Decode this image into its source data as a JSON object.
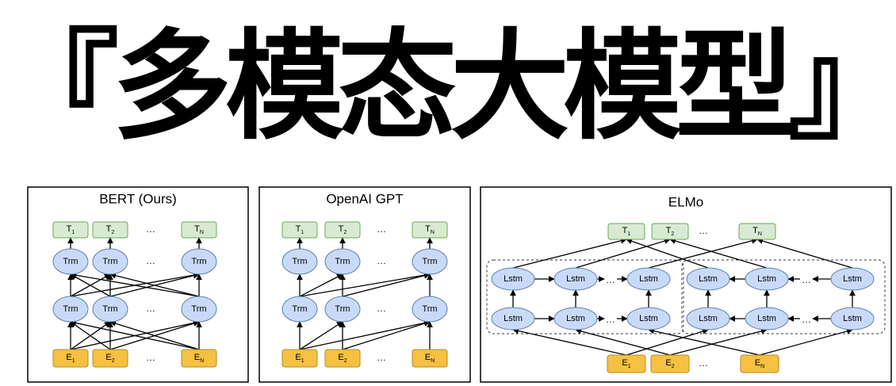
{
  "title": "『多模态大模型』",
  "colors": {
    "token_fill": "#d9ead3",
    "token_stroke": "#6aa84f",
    "node_fill": "#c9daf8",
    "node_stroke": "#5b7fb5",
    "embed_fill": "#f6c142",
    "embed_stroke": "#b58a1f",
    "panel_stroke": "#000000",
    "edge": "#000000"
  },
  "panels": {
    "bert": {
      "title": "BERT (Ours)",
      "outputs": [
        "T",
        "T",
        "…",
        "T"
      ],
      "output_subs": [
        "1",
        "2",
        "",
        "N"
      ],
      "layer1": [
        "Trm",
        "Trm",
        "…",
        "Trm"
      ],
      "layer2": [
        "Trm",
        "Trm",
        "…",
        "Trm"
      ],
      "inputs": [
        "E",
        "E",
        "…",
        "E"
      ],
      "input_subs": [
        "1",
        "2",
        "",
        "N"
      ]
    },
    "gpt": {
      "title": "OpenAI GPT",
      "outputs": [
        "T",
        "T",
        "…",
        "T"
      ],
      "output_subs": [
        "1",
        "2",
        "",
        "N"
      ],
      "layer1": [
        "Trm",
        "Trm",
        "…",
        "Trm"
      ],
      "layer2": [
        "Trm",
        "Trm",
        "…",
        "Trm"
      ],
      "inputs": [
        "E",
        "E",
        "…",
        "E"
      ],
      "input_subs": [
        "1",
        "2",
        "",
        "N"
      ]
    },
    "elmo": {
      "title": "ELMo",
      "outputs": [
        "T",
        "T",
        "…",
        "T"
      ],
      "output_subs": [
        "1",
        "2",
        "",
        "N"
      ],
      "forward_top": [
        "Lstm",
        "Lstm",
        "…",
        "Lstm"
      ],
      "forward_bottom": [
        "Lstm",
        "Lstm",
        "…",
        "Lstm"
      ],
      "backward_top": [
        "Lstm",
        "Lstm",
        "…",
        "Lstm"
      ],
      "backward_bottom": [
        "Lstm",
        "Lstm",
        "…",
        "Lstm"
      ],
      "inputs": [
        "E",
        "E",
        "…",
        "E"
      ],
      "input_subs": [
        "1",
        "2",
        "",
        "N"
      ]
    }
  }
}
